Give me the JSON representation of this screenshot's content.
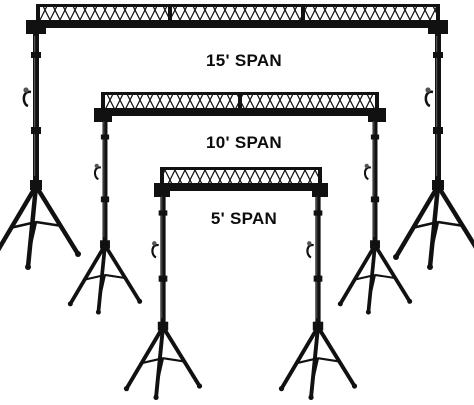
{
  "labels": {
    "span15": "15' SPAN",
    "span10": "10' SPAN",
    "span5": "5' SPAN"
  },
  "colors": {
    "metal": "#111111",
    "highlight": "#555555",
    "background": "#ffffff"
  }
}
